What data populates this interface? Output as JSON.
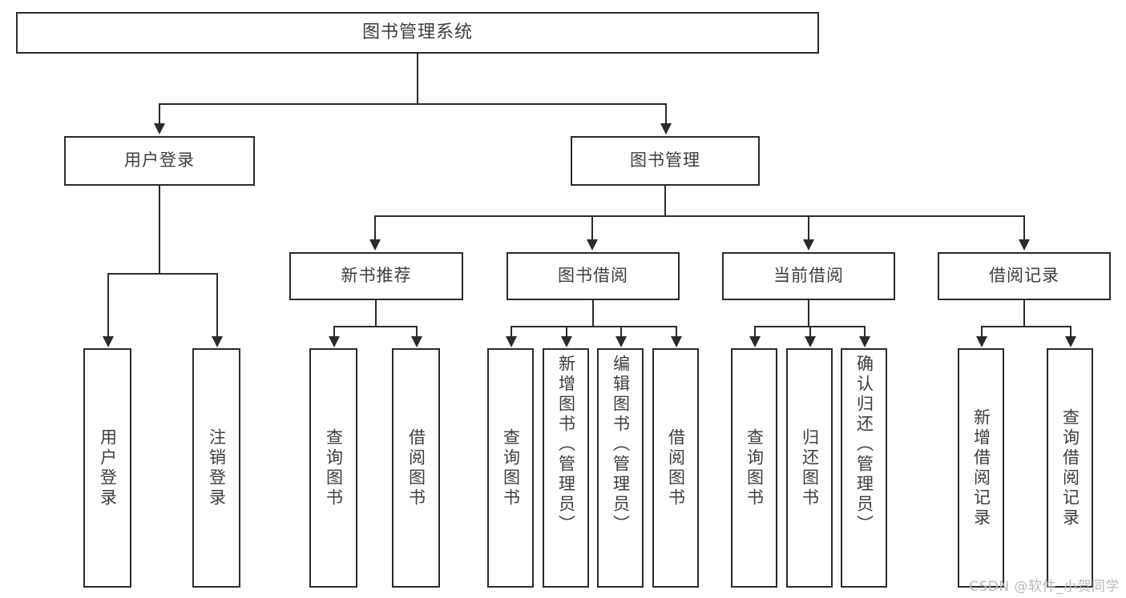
{
  "diagram": {
    "type": "tree-hierarchy",
    "title": "图书管理系统",
    "root": {
      "id": "root",
      "label": "图书管理系统",
      "orientation": "horizontal"
    },
    "level2": [
      {
        "id": "user-login",
        "label": "用户登录",
        "orientation": "horizontal"
      },
      {
        "id": "book-manage",
        "label": "图书管理",
        "orientation": "horizontal"
      }
    ],
    "level3": [
      {
        "id": "new-book-rec",
        "label": "新书推荐",
        "orientation": "horizontal",
        "parent": "book-manage"
      },
      {
        "id": "book-borrow",
        "label": "图书借阅",
        "orientation": "horizontal",
        "parent": "book-manage"
      },
      {
        "id": "current-borrow",
        "label": "当前借阅",
        "orientation": "horizontal",
        "parent": "book-manage"
      },
      {
        "id": "borrow-record",
        "label": "借阅记录",
        "orientation": "horizontal",
        "parent": "book-manage"
      }
    ],
    "leaves": [
      {
        "id": "leaf-user-login",
        "label": "用户登录",
        "parent": "user-login"
      },
      {
        "id": "leaf-user-logout",
        "label": "注销登录",
        "parent": "user-login"
      },
      {
        "id": "leaf-query-book-1",
        "label": "查询图书",
        "parent": "new-book-rec"
      },
      {
        "id": "leaf-borrow-book-1",
        "label": "借阅图书",
        "parent": "new-book-rec"
      },
      {
        "id": "leaf-query-book-2",
        "label": "查询图书",
        "parent": "book-borrow"
      },
      {
        "id": "leaf-add-book",
        "label": "新增图书（管理员）",
        "parent": "book-borrow"
      },
      {
        "id": "leaf-edit-book",
        "label": "编辑图书（管理员）",
        "parent": "book-borrow"
      },
      {
        "id": "leaf-borrow-book-2",
        "label": "借阅图书",
        "parent": "book-borrow"
      },
      {
        "id": "leaf-query-book-3",
        "label": "查询图书",
        "parent": "current-borrow"
      },
      {
        "id": "leaf-return-book",
        "label": "归还图书",
        "parent": "current-borrow"
      },
      {
        "id": "leaf-confirm-return",
        "label": "确认归还（管理员）",
        "parent": "current-borrow"
      },
      {
        "id": "leaf-add-record",
        "label": "新增借阅记录",
        "parent": "borrow-record"
      },
      {
        "id": "leaf-query-record",
        "label": "查询借阅记录",
        "parent": "borrow-record"
      }
    ],
    "colors": {
      "stroke": "#2b2b2b",
      "text": "#3d3d3d",
      "background": "#ffffff",
      "watermark": "#b9b9b9"
    }
  },
  "watermark": {
    "text": "CSDN @软件_小贺同学"
  }
}
